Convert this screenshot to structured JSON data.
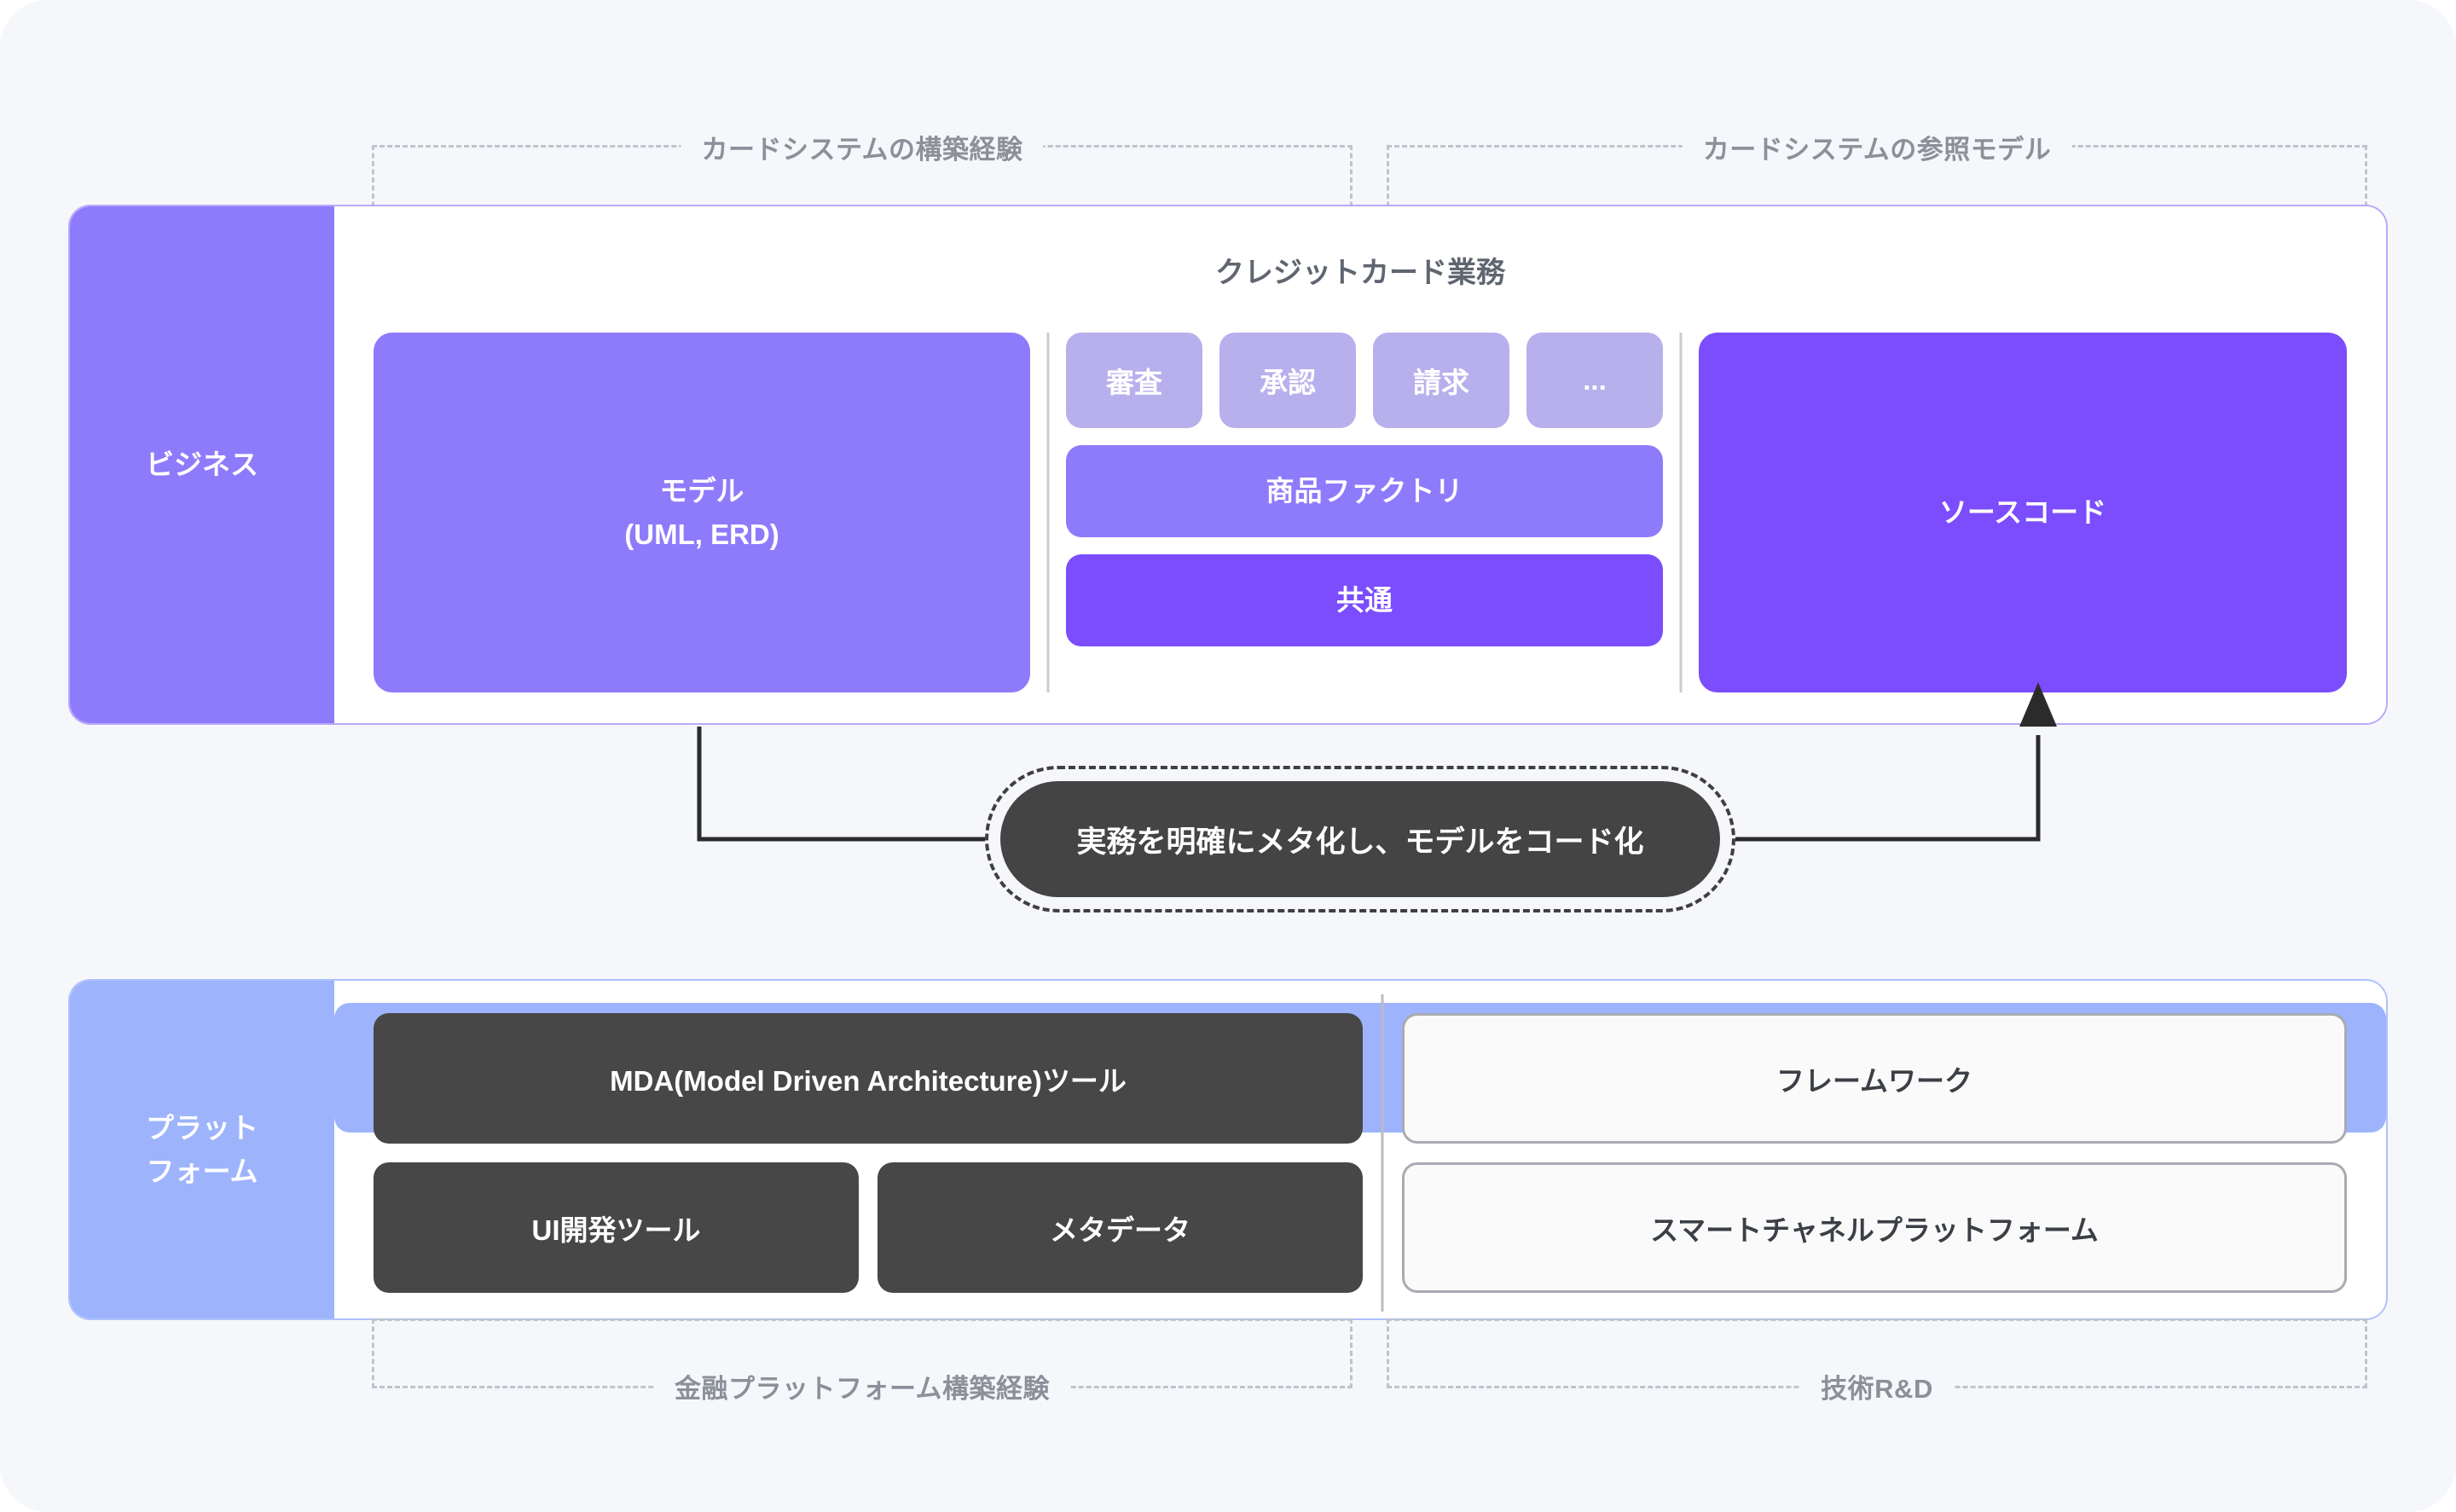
{
  "bands": {
    "top_left": "カードシステムの構築経験",
    "top_right": "カードシステムの参照モデル",
    "bottom_left": "金融プラットフォーム構築経験",
    "bottom_right": "技術R&D"
  },
  "business": {
    "sidebar_label": "ビジネス",
    "title": "クレジットカード業務",
    "model_line1": "モデル",
    "model_line2": "(UML, ERD)",
    "chips": [
      "審査",
      "承認",
      "請求",
      "..."
    ],
    "bar_mid": "商品ファクトリ",
    "bar_deep": "共通",
    "source_code": "ソースコード"
  },
  "callout": {
    "text": "実務を明確にメタ化し、モデルをコード化"
  },
  "platform": {
    "sidebar_line1": "プラット",
    "sidebar_line2": "フォーム",
    "row1_left": [
      "MDA(Model Driven Architecture)ツール"
    ],
    "row1_right": "フレームワーク",
    "row2_left": [
      "UI開発ツール",
      "メタデータ"
    ],
    "row2_right": "スマートチャネルプラットフォーム"
  },
  "colors": {
    "background": "#f6f7fa",
    "purple_mid": "#8e7bfb",
    "purple_deep": "#7b4dfd",
    "purple_light": "#b7b0ec",
    "blue": "#9db4fc",
    "dark": "#474747",
    "dash_gray": "#bfc3cc"
  }
}
